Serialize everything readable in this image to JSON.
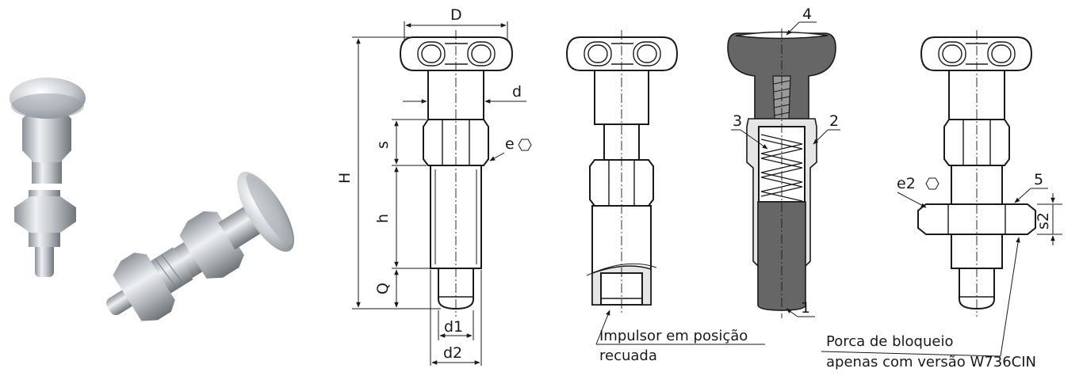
{
  "dimensions": {
    "D": "D",
    "d": "d",
    "e": "e",
    "H": "H",
    "s": "s",
    "h": "h",
    "Q": "Q",
    "d1": "d1",
    "d2": "d2",
    "e2": "e2",
    "s2": "s2"
  },
  "callouts": {
    "c1": "1",
    "c2": "2",
    "c3": "3",
    "c4": "4",
    "c5": "5"
  },
  "captions": {
    "retracted_line1": "Impulsor em posição",
    "retracted_line2": "recuada",
    "locknut_line1": "Porca de bloqueio",
    "locknut_line2": "apenas com versão W736CIN"
  },
  "colors": {
    "line": "#1a1a1a",
    "section_fill": "#666666",
    "hatch_fill": "#e6e6e6"
  }
}
